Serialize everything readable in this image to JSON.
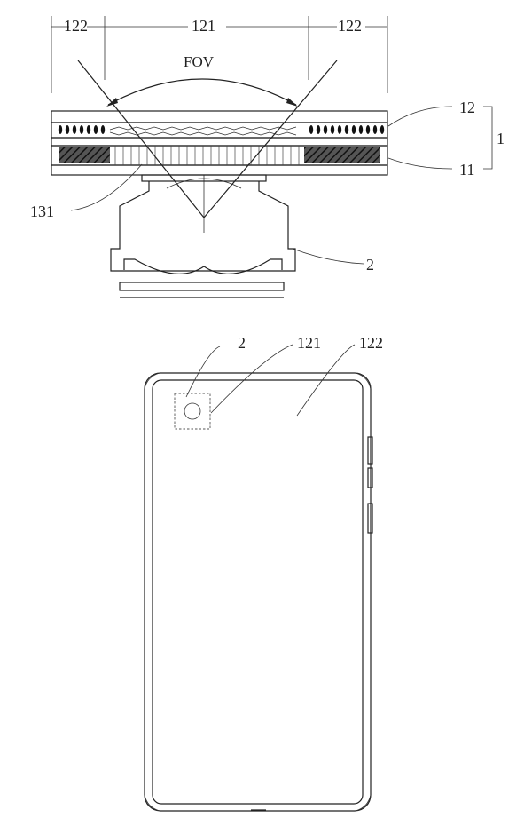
{
  "figure_top": {
    "dimension_labels": {
      "left": "122",
      "center": "121",
      "right": "122"
    },
    "fov_label": "FOV",
    "ref_labels": {
      "cover_layer": "12",
      "display_module": "1",
      "panel_layer": "11",
      "light_aperture": "131",
      "camera": "2"
    }
  },
  "figure_bottom": {
    "ref_labels": {
      "camera": "2",
      "camera_region": "121",
      "display_region": "122"
    }
  },
  "colors": {
    "line": "#222222",
    "background": "#ffffff"
  }
}
